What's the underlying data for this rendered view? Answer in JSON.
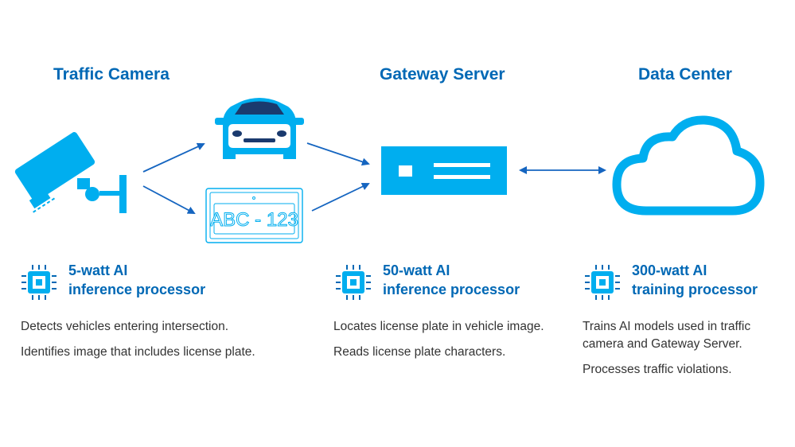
{
  "columns": {
    "camera": {
      "title": "Traffic Camera",
      "processor": [
        "5-watt AI",
        "inference processor"
      ],
      "description": [
        "Detects vehicles entering intersection.",
        "Identifies image that includes license plate."
      ]
    },
    "gateway": {
      "title": "Gateway Server",
      "processor": [
        "50-watt AI",
        "inference processor"
      ],
      "description": [
        "Locates license plate in vehicle image.",
        "Reads license plate characters."
      ]
    },
    "datacenter": {
      "title": "Data Center",
      "processor": [
        "300-watt AI",
        "training processor"
      ],
      "description": [
        "Trains AI models used in traffic camera and Gateway Server.",
        "Processes traffic violations."
      ]
    }
  },
  "license_plate": {
    "text": "ABC - 123"
  },
  "colors": {
    "title_blue": "#0068b5",
    "icon_blue": "#00aeef",
    "dark_navy": "#1a3a6e",
    "arrow_blue": "#1565c0",
    "body_text": "#333333"
  },
  "icons": {
    "camera": "security-camera-icon",
    "car": "car-icon",
    "plate": "license-plate-icon",
    "server": "server-icon",
    "cloud": "cloud-icon",
    "chip": "processor-chip-icon"
  }
}
